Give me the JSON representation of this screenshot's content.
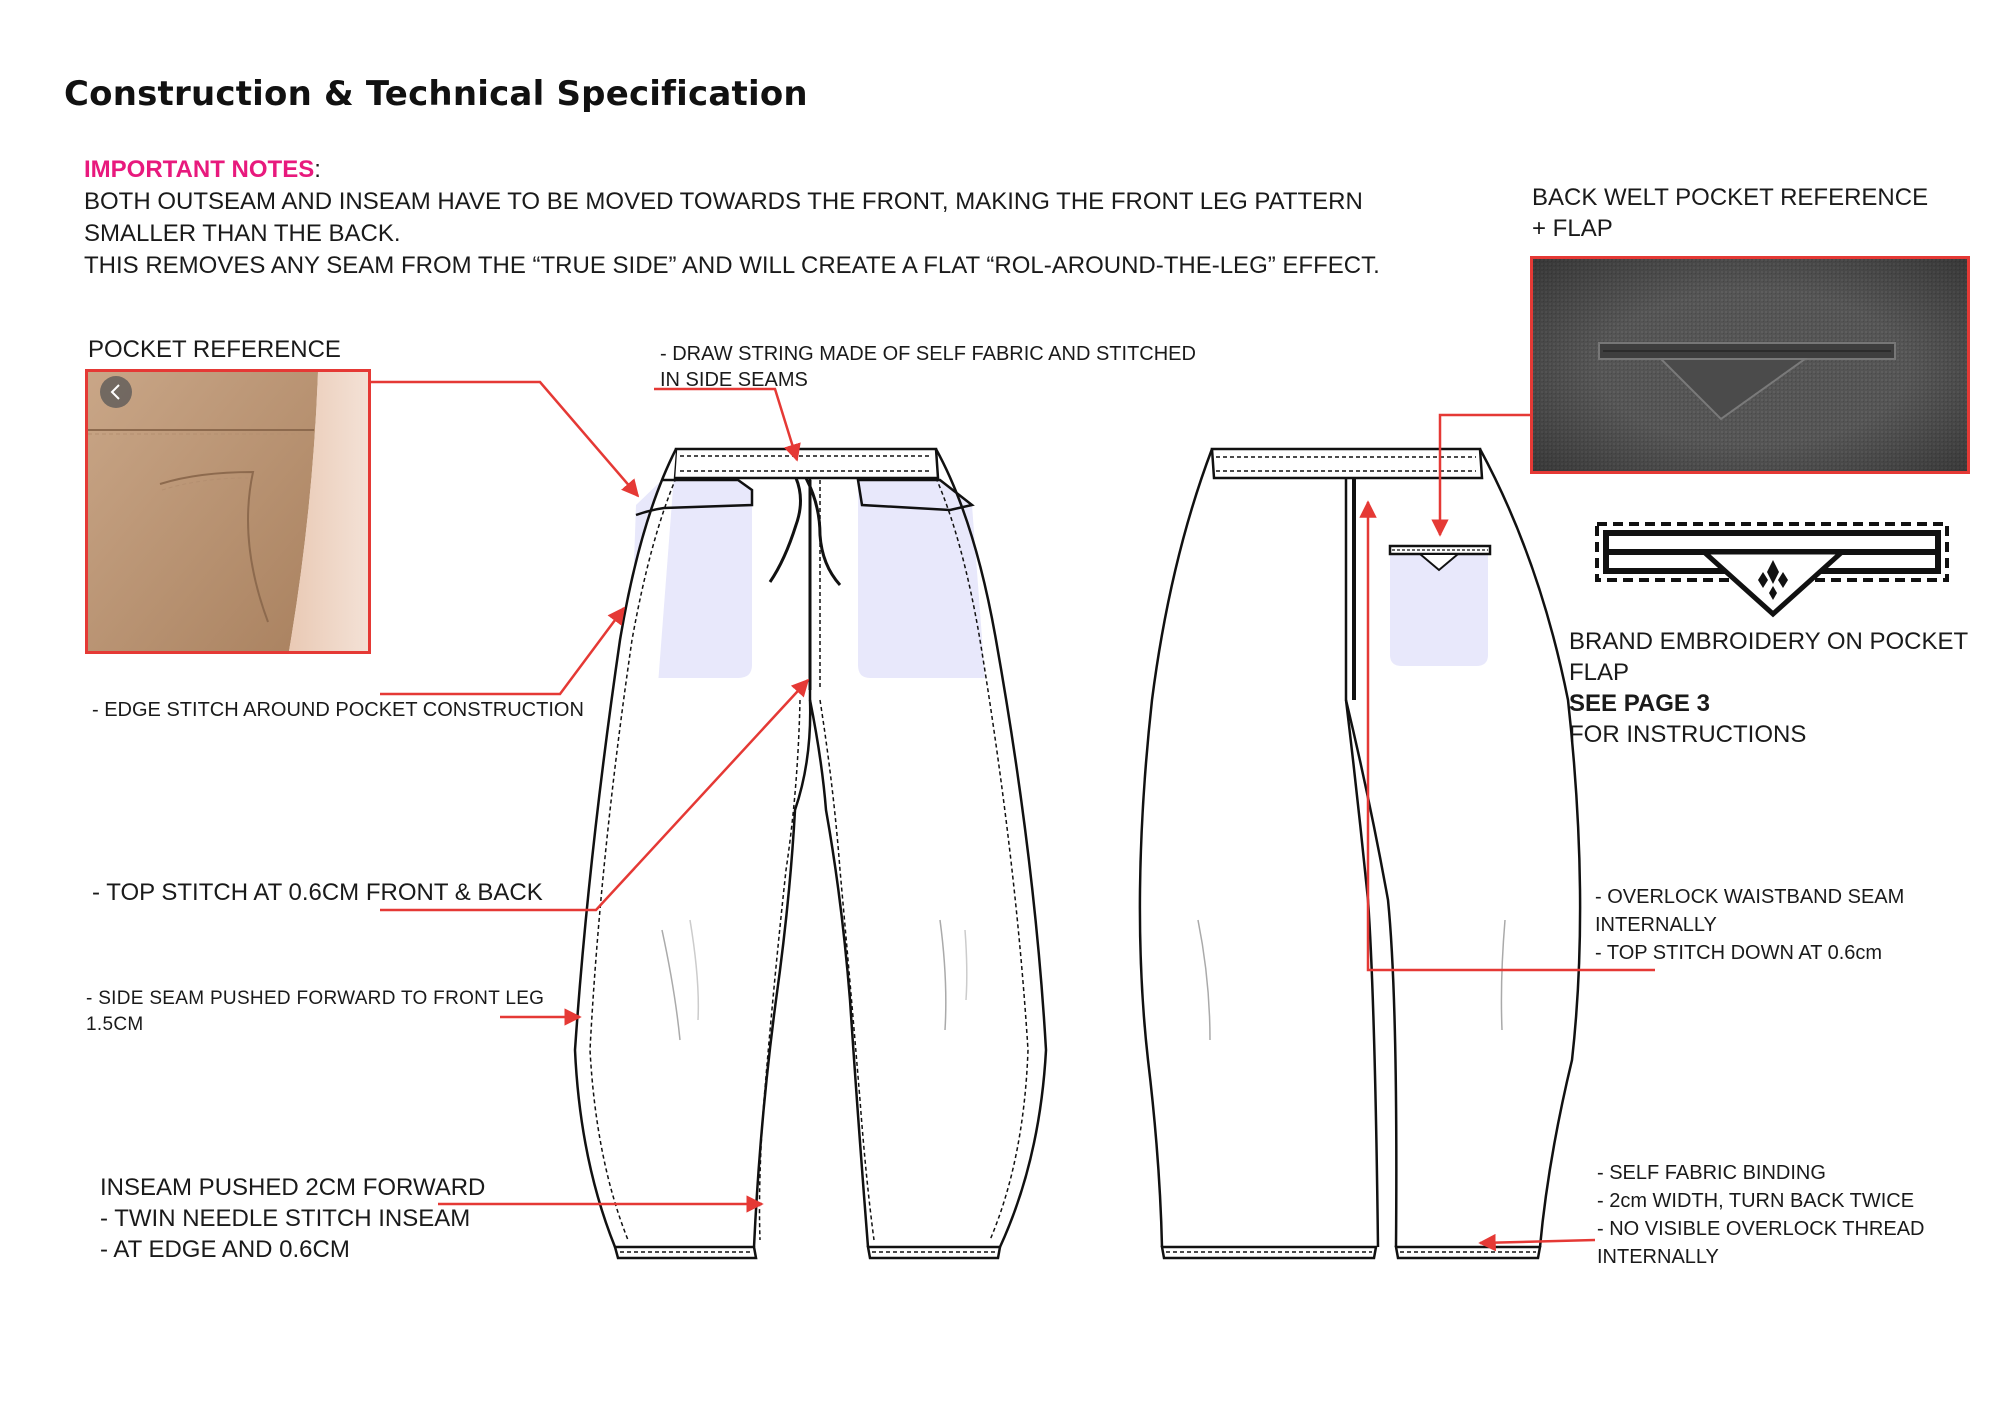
{
  "page": {
    "title": "Construction & Technical Specification"
  },
  "notes": {
    "heading": "IMPORTANT NOTES",
    "heading_suffix": ":",
    "lines": [
      "BOTH OUTSEAM AND INSEAM HAVE TO BE MOVED TOWARDS THE FRONT, MAKING THE FRONT LEG PATTERN",
      "SMALLER THAN THE BACK.",
      "THIS REMOVES ANY SEAM FROM THE “TRUE SIDE” AND WILL CREATE A FLAT “ROL-AROUND-THE-LEG” EFFECT."
    ]
  },
  "callouts": {
    "pocket_reference": "POCKET REFERENCE",
    "drawstring": [
      "- DRAW STRING MADE OF SELF FABRIC AND STITCHED",
      "IN SIDE SEAMS"
    ],
    "edge_stitch": "- EDGE STITCH AROUND POCKET CONSTRUCTION",
    "top_stitch": "- TOP STITCH AT 0.6CM FRONT & BACK",
    "side_seam": [
      "- SIDE SEAM PUSHED FORWARD TO FRONT LEG",
      "1.5CM"
    ],
    "inseam": [
      "INSEAM PUSHED 2CM FORWARD",
      "- TWIN NEEDLE STITCH INSEAM",
      "- AT EDGE AND 0.6CM"
    ],
    "back_welt": [
      "BACK WELT POCKET REFERENCE",
      "+ FLAP"
    ],
    "embroidery": [
      "BRAND EMBROIDERY ON POCKET",
      "FLAP"
    ],
    "see_page_bold": "SEE PAGE 3",
    "see_page_rest": " FOR INSTRUCTIONS",
    "overlock": [
      "- OVERLOCK WAISTBAND SEAM",
      "INTERNALLY",
      "- TOP STITCH DOWN AT 0.6cm"
    ],
    "binding": [
      "- SELF FABRIC BINDING",
      "- 2cm WIDTH, TURN BACK TWICE",
      "- NO VISIBLE OVERLOCK THREAD",
      "INTERNALLY"
    ]
  },
  "colors": {
    "accent_red": "#e53935",
    "notes_pink": "#e8197d",
    "pocket_fill": "#e8e8fb",
    "ink": "#1a1a1a"
  },
  "icons": {
    "photo_nav": "chevron-left-icon"
  }
}
